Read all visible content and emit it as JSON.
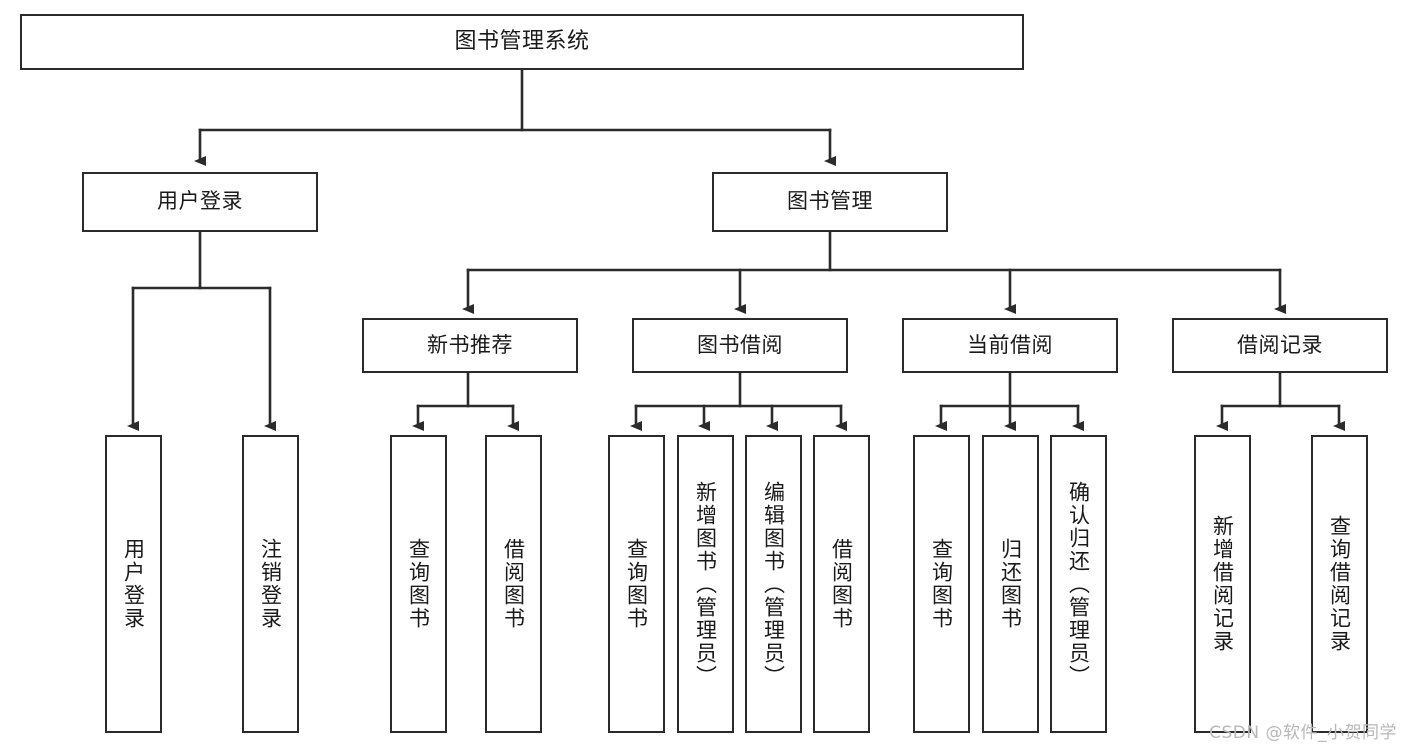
{
  "diagram": {
    "title": "图书管理系统",
    "type": "tree-hierarchy-diagram",
    "watermark": "CSDN @软件_小贺同学",
    "colors": {
      "background": "#ffffff",
      "box_border": "#2b2b2b",
      "box_fill": "#ffffff",
      "text": "#1a1a1a",
      "connector": "#2b2b2b",
      "watermark": "#b8b8b8"
    },
    "nodes": {
      "root": {
        "label": "图书管理系统"
      },
      "level2": [
        {
          "id": "user-login",
          "label": "用户登录"
        },
        {
          "id": "book-manage",
          "label": "图书管理"
        }
      ],
      "level3": [
        {
          "id": "new-book-rec",
          "label": "新书推荐"
        },
        {
          "id": "book-borrow",
          "label": "图书借阅"
        },
        {
          "id": "current-borrow",
          "label": "当前借阅"
        },
        {
          "id": "borrow-record",
          "label": "借阅记录"
        }
      ],
      "leaves": {
        "user-login": [
          {
            "id": "leaf-user-login",
            "label": "用户登录"
          },
          {
            "id": "leaf-logout",
            "label": "注销登录"
          }
        ],
        "new-book-rec": [
          {
            "id": "leaf-query-book-1",
            "label": "查询图书"
          },
          {
            "id": "leaf-borrow-book-1",
            "label": "借阅图书"
          }
        ],
        "book-borrow": [
          {
            "id": "leaf-query-book-2",
            "label": "查询图书"
          },
          {
            "id": "leaf-add-book",
            "label": "新增图书（管理员）"
          },
          {
            "id": "leaf-edit-book",
            "label": "编辑图书（管理员）"
          },
          {
            "id": "leaf-borrow-book-2",
            "label": "借阅图书"
          }
        ],
        "current-borrow": [
          {
            "id": "leaf-query-book-3",
            "label": "查询图书"
          },
          {
            "id": "leaf-return-book",
            "label": "归还图书"
          },
          {
            "id": "leaf-confirm-return",
            "label": "确认归还（管理员）"
          }
        ],
        "borrow-record": [
          {
            "id": "leaf-add-record",
            "label": "新增借阅记录"
          },
          {
            "id": "leaf-query-record",
            "label": "查询借阅记录"
          }
        ]
      }
    }
  }
}
